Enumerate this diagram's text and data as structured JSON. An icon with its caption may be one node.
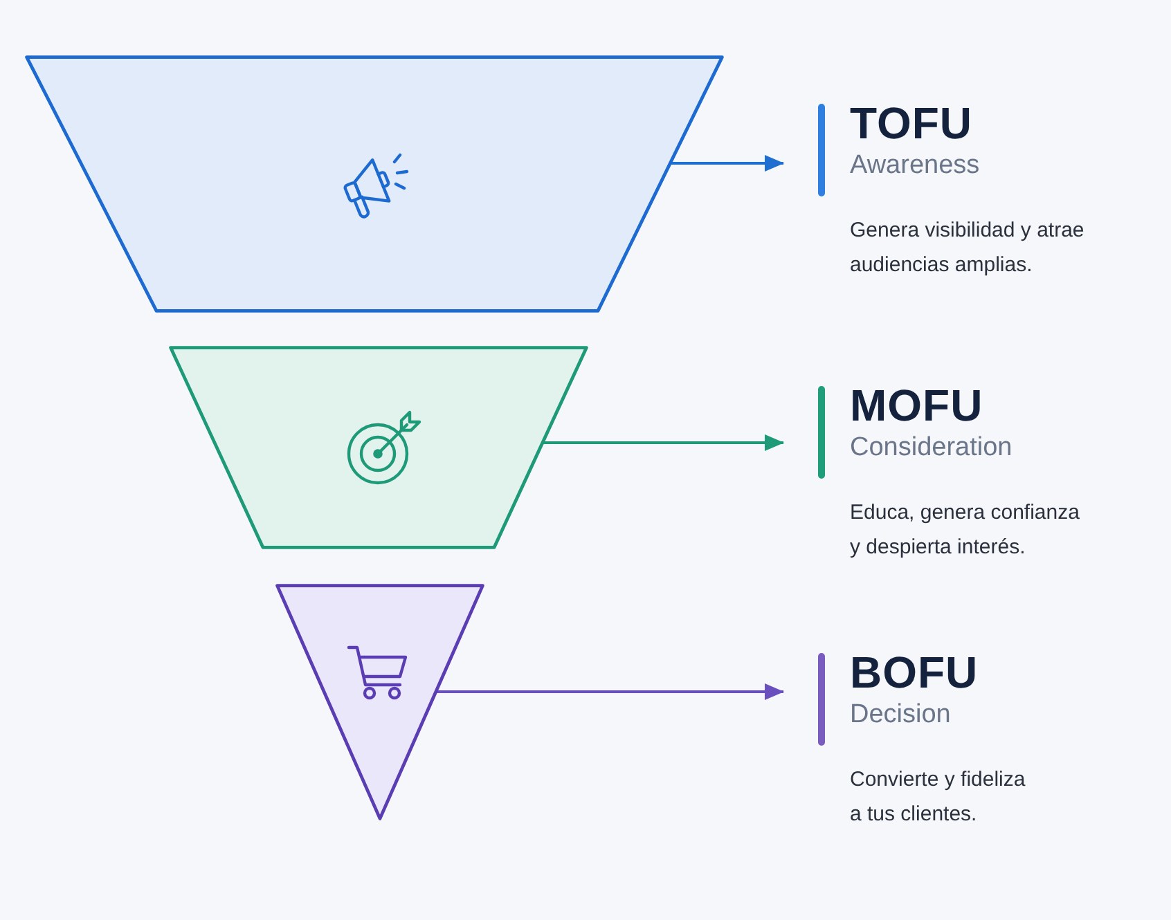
{
  "diagram": {
    "nodes": [
      {
        "text": [],
        "shape": "trapezoid"
      },
      {
        "text": [
          "TOFU",
          "Awareness",
          "Genera visibilidad y atrae audiencias amplias."
        ]
      },
      {
        "text": [],
        "shape": "trapezoid"
      },
      {
        "text": [
          "MOFU",
          "Consideration",
          "Educa, genera confianza y despierta interés."
        ]
      },
      {
        "text": [],
        "shape": "triangle"
      },
      {
        "text": [
          "BOFU",
          "Decision",
          "Convierte y fideliza a tus clientes."
        ]
      }
    ],
    "edges": [
      {
        "from": 0,
        "to": 1,
        "arrow": "to",
        "color": "#1f6fd1"
      },
      {
        "from": 2,
        "to": 3,
        "arrow": "to",
        "color": "#1f9a78"
      },
      {
        "from": 4,
        "to": 5,
        "arrow": "to",
        "color": "#6a4fbf"
      }
    ]
  }
}
